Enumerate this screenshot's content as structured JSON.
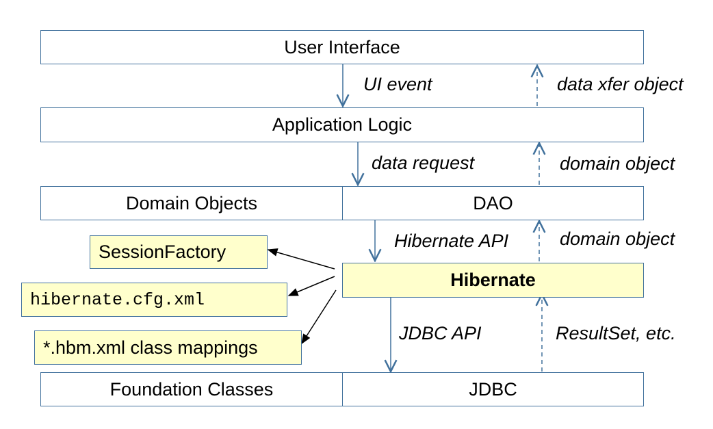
{
  "layers": {
    "user_interface": "User Interface",
    "application_logic": "Application Logic",
    "domain_objects": "Domain Objects",
    "dao": "DAO",
    "hibernate": "Hibernate",
    "foundation_classes": "Foundation Classes",
    "jdbc": "JDBC"
  },
  "notes": {
    "session_factory": "SessionFactory",
    "config_file": "hibernate.cfg.xml",
    "mappings": "*.hbm.xml class mappings"
  },
  "flows": {
    "ui_event": "UI event",
    "data_xfer_object": "data xfer object",
    "data_request": "data request",
    "domain_object_1": "domain object",
    "hibernate_api": "Hibernate API",
    "domain_object_2": "domain object",
    "jdbc_api": "JDBC API",
    "resultset": "ResultSet, etc."
  },
  "colors": {
    "border": "#41719c",
    "highlight": "#ffffcc"
  }
}
